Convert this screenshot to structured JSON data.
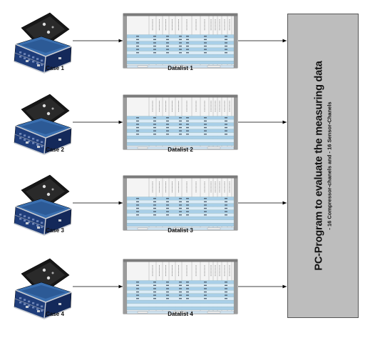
{
  "blocks": [
    {
      "case_label": "Case 1",
      "datalist_label": "Datalist 1"
    },
    {
      "case_label": "Case 2",
      "datalist_label": "Datalist 2"
    },
    {
      "case_label": "Case 3",
      "datalist_label": "Datalist 3"
    },
    {
      "case_label": "Case 4",
      "datalist_label": "Datalist 4"
    }
  ],
  "pc_box": {
    "title": "PC-Program to evaluate the measuring data",
    "subtitle": "- 16 Compressor-chanels and - 16 Sensor-Chanels"
  },
  "colors": {
    "case_body": "#1f3d7a",
    "case_lid": "#171717",
    "case_metal": "#c8ccd2",
    "sheet_blue": "#a9cfe8",
    "sheet_header": "#7b7b7b",
    "pc_box_fill": "#bdbdbd",
    "arrow": "#000000"
  }
}
